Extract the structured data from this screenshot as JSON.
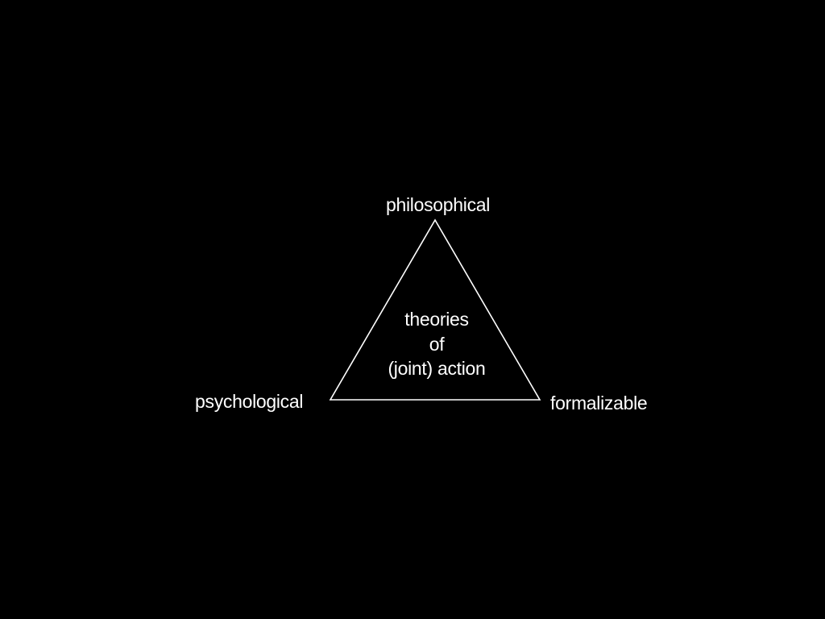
{
  "diagram": {
    "vertices": {
      "top": "philosophical",
      "left": "psychological",
      "right": "formalizable"
    },
    "center_lines": [
      "theories",
      "of",
      "(joint) action"
    ]
  },
  "colors": {
    "background": "#000000",
    "foreground": "#ffffff"
  }
}
